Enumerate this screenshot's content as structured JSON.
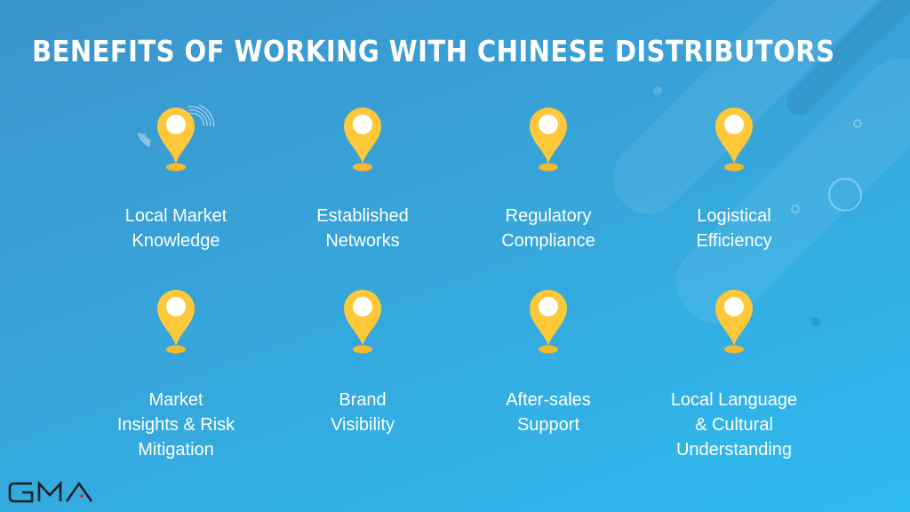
{
  "title": "Benefits of Working with Chinese Distributors",
  "colors": {
    "pin": "#fec83a",
    "pin_base": "#f4b92c",
    "text": "#ffffff",
    "logo": "#1b1f24",
    "logo_dot": "#e0202a"
  },
  "items": [
    {
      "icon": "location-pin-icon",
      "lines": [
        "Local Market",
        "Knowledge"
      ]
    },
    {
      "icon": "location-pin-icon",
      "lines": [
        "Established",
        "Networks"
      ]
    },
    {
      "icon": "location-pin-icon",
      "lines": [
        "Regulatory",
        "Compliance"
      ]
    },
    {
      "icon": "location-pin-icon",
      "lines": [
        "Logistical",
        "Efficiency"
      ]
    },
    {
      "icon": "location-pin-icon",
      "lines": [
        "Market",
        "Insights & Risk",
        "Mitigation"
      ]
    },
    {
      "icon": "location-pin-icon",
      "lines": [
        "Brand",
        "Visibility"
      ]
    },
    {
      "icon": "location-pin-icon",
      "lines": [
        "After-sales",
        "Support"
      ]
    },
    {
      "icon": "location-pin-icon",
      "lines": [
        "Local Language",
        "& Cultural",
        "Understanding"
      ]
    }
  ],
  "logo": "GMA"
}
